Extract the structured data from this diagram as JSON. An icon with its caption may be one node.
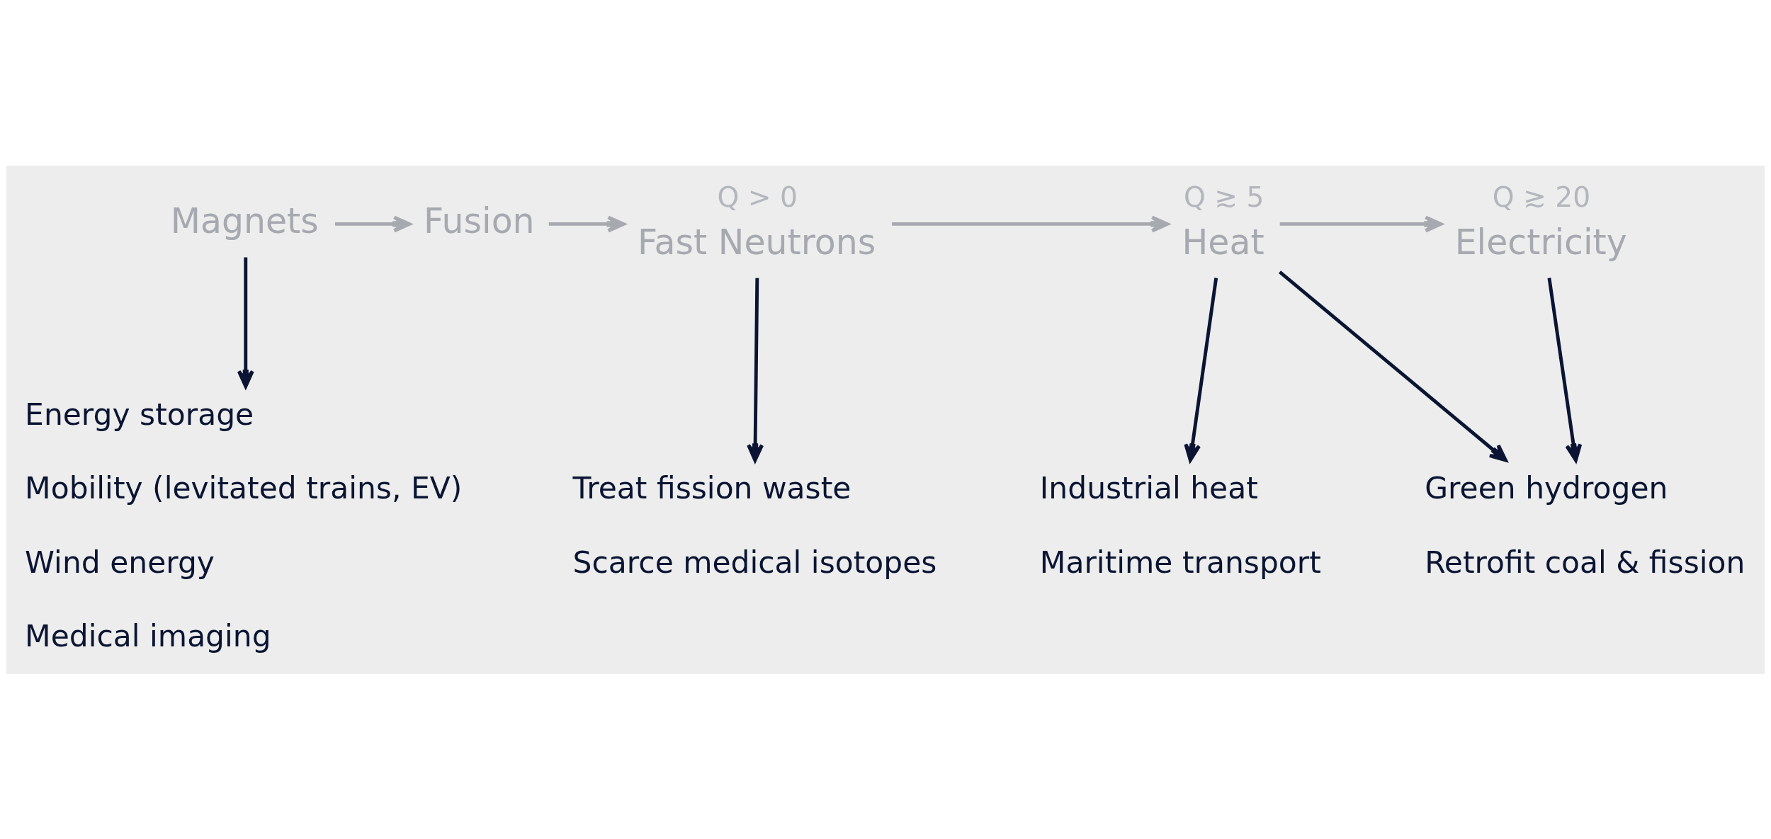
{
  "diagram": {
    "nodes": [
      {
        "text": [
          "Magnets"
        ]
      },
      {
        "text": [
          "Fusion"
        ]
      },
      {
        "text": [
          "Fast Neutrons"
        ],
        "beside": [
          "Q > 0"
        ]
      },
      {
        "text": [
          "Heat"
        ],
        "beside": [
          "Q ≳ 5"
        ]
      },
      {
        "text": [
          "Electricity"
        ],
        "beside": [
          "Q ≳ 20"
        ]
      },
      {
        "text": [
          "Energy storage",
          "Mobility (levitated trains, EV)",
          "Wind energy",
          "Medical imaging"
        ]
      },
      {
        "text": [
          "Treat fission waste",
          "Scarce medical isotopes"
        ]
      },
      {
        "text": [
          "Industrial heat",
          "Maritime transport"
        ]
      },
      {
        "text": [
          "Green hydrogen",
          "Retrofit coal & fission"
        ]
      }
    ],
    "edges": [
      {
        "from": 0,
        "to": 1,
        "arrow": "to",
        "color": "#a7a9b0"
      },
      {
        "from": 1,
        "to": 2,
        "arrow": "to",
        "color": "#a7a9b0"
      },
      {
        "from": 2,
        "to": 3,
        "arrow": "to",
        "color": "#a7a9b0"
      },
      {
        "from": 3,
        "to": 4,
        "arrow": "to",
        "color": "#a7a9b0"
      },
      {
        "from": 0,
        "to": 5,
        "arrow": "to"
      },
      {
        "from": 2,
        "to": 6,
        "arrow": "to"
      },
      {
        "from": 3,
        "to": 7,
        "arrow": "to"
      },
      {
        "from": 3,
        "to": 8,
        "arrow": "to"
      },
      {
        "from": 4,
        "to": 8,
        "arrow": "to"
      }
    ]
  }
}
